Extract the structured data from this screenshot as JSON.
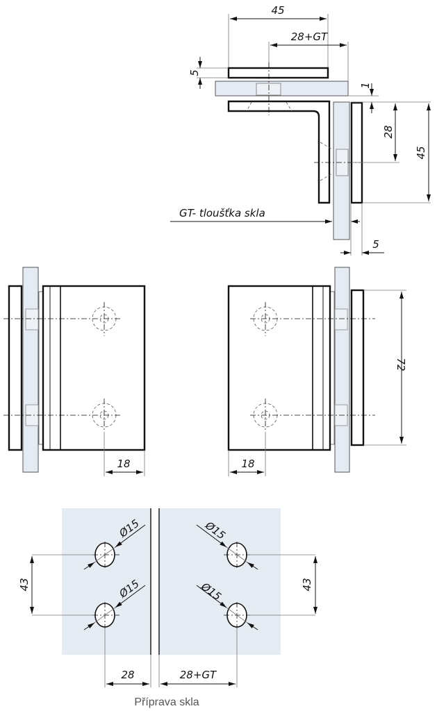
{
  "top_view": {
    "dim_width": "45",
    "dim_hole_offset": "28+GT",
    "dim_plate_thickness": "5",
    "dim_gap": "1",
    "dim_hole_height": "28",
    "dim_height": "45",
    "glass_note": "GT- tloušťka skla",
    "dim_outer_plate": "5"
  },
  "side_views": {
    "left_dim_hole_edge": "18",
    "right_dim_hole_edge": "18",
    "dim_total_height": "72"
  },
  "glass_prep": {
    "left_holes": [
      "Ø15",
      "Ø15"
    ],
    "right_holes": [
      "Ø15",
      "Ø15"
    ],
    "left_hole_spacing": "43",
    "right_hole_spacing": "43",
    "left_edge_offset": "28",
    "right_edge_offset": "28+GT",
    "caption": "Příprava skla"
  },
  "colors": {
    "glass": "#e4ebf3",
    "line": "#111111"
  }
}
